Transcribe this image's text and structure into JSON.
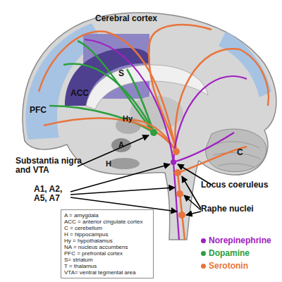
{
  "diagram": {
    "nodes": [
      {
        "text": [
          "A = amygdala",
          "ACC = anterior cingulate cortex",
          "C = cerebellum",
          "H = hippocampus",
          "Hy = hypothalamus",
          "NA = nucleus accumbens",
          "PFC = prefrontal cortex",
          "S= striatum",
          "T = thalamus",
          "VTA= ventral tegmental area"
        ]
      }
    ],
    "labels": [
      "Cerebral cortex",
      "PFC",
      "ACC",
      "S",
      "Hy",
      "A",
      "H",
      "C",
      "Substantia nigra and VTA",
      "A1, A2, A5, A7",
      "Locus coeruleus",
      "Raphe nuclei"
    ],
    "legend": [
      {
        "text": "Norepinephrine",
        "color": "#a020c0"
      },
      {
        "text": "Dopamine",
        "color": "#2e9e3e"
      },
      {
        "text": "Serotonin",
        "color": "#e8743b"
      }
    ]
  }
}
